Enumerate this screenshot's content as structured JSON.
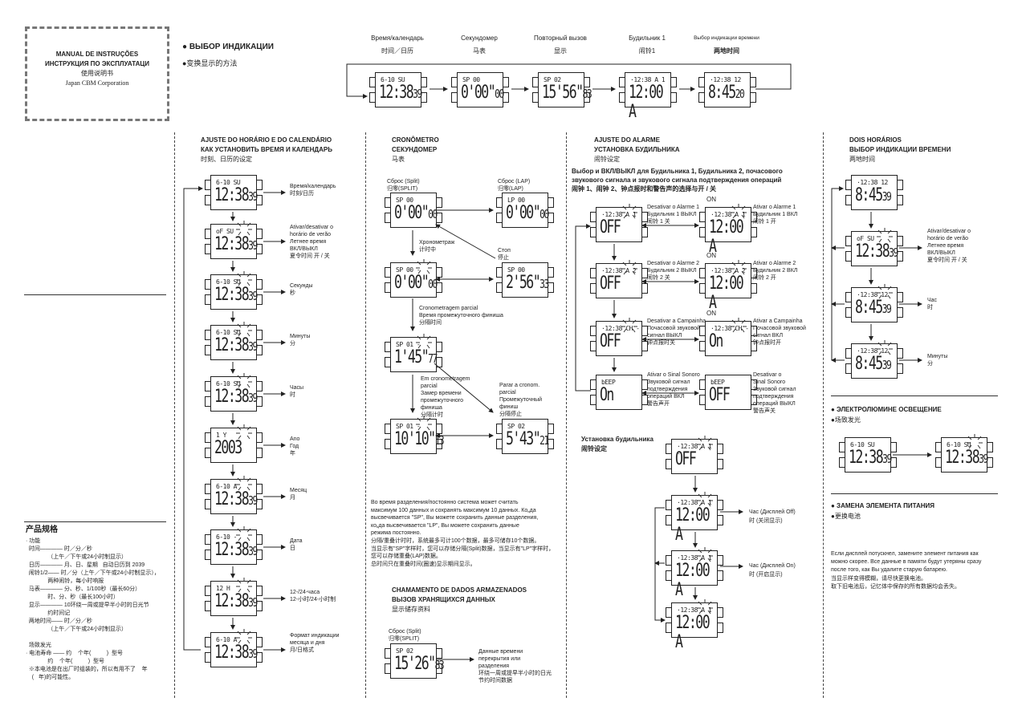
{
  "title_box": {
    "line1": "MANUAL DE INSTRUÇÕES",
    "line2": "ИНСТРУКЦИЯ ПО ЭКСПЛУАТАЦИ",
    "line3": "使用说明书",
    "line4": "Japan CBM Corporation"
  },
  "mode_select": {
    "title_ru": "● ВЫБОР ИНДИКАЦИИ",
    "title_cn": "●变换显示的方法",
    "modes": [
      {
        "ru": "Время/календарь",
        "cn": "时间／日历",
        "display": {
          "top": "6-10 SU",
          "main": "12:38",
          "sec": "39"
        }
      },
      {
        "ru": "Секундомер",
        "cn": "马表",
        "display": {
          "top": "SP 00",
          "main": "0'00\"",
          "sec": "00"
        }
      },
      {
        "ru": "Повторный вызов",
        "cn": "显示",
        "display": {
          "top": "SP 02",
          "main": "15'56\"",
          "sec": "83"
        }
      },
      {
        "ru": "Будильник 1",
        "cn": "闹铃1",
        "display": {
          "top": "·12:38 A 1 -",
          "main": "12:00 A",
          "sec": ""
        }
      },
      {
        "ru": "Выбор индикации времени",
        "cn": "两地时间",
        "display": {
          "top": "·12:38 12",
          "main": "8:45",
          "sec": "20"
        }
      }
    ]
  },
  "time_setting": {
    "title_pt": "AJUSTE DO HORÁRIO E DO CALENDÁRIO",
    "title_ru": "КАК УСТАНОВИТЬ ВРЕМЯ И КАЛЕНДАРЬ",
    "title_cn": "时刻、日历的设定",
    "steps": [
      {
        "label": [
          "Время/календарь",
          "时刻/日历"
        ],
        "display": {
          "top": "6-10 SU",
          "main": "12:38",
          "sec": "39"
        }
      },
      {
        "label": [
          "Ativar/desativar o",
          "horário de verão",
          "Летнее время",
          "ВКЛ/ВЫКЛ",
          "夏令时间 开 / 关"
        ],
        "display": {
          "top": "oF SU",
          "main": "12:38",
          "sec": "39",
          "blink": true
        }
      },
      {
        "label": [
          "Секунды",
          "秒"
        ],
        "display": {
          "top": "6-10 SU",
          "main": "12:38",
          "sec": "39",
          "blink": true
        }
      },
      {
        "label": [
          "Минуты",
          "分"
        ],
        "display": {
          "top": "6-10 SU",
          "main": "12:38",
          "sec": "39",
          "blink": true
        }
      },
      {
        "label": [
          "Часы",
          "时"
        ],
        "display": {
          "top": "6-10 SU",
          "main": "12:38",
          "sec": "39",
          "blink": true
        }
      },
      {
        "label": [
          "Ano",
          "Год",
          "年"
        ],
        "display": {
          "top": "1 Y",
          "main": "2003",
          "sec": "",
          "blink": true
        }
      },
      {
        "label": [
          "Месяц",
          "月"
        ],
        "display": {
          "top": "6-10 A",
          "main": "12:38",
          "sec": "39",
          "blink": true
        }
      },
      {
        "label": [
          "Дата",
          "日"
        ],
        "display": {
          "top": "6-10 -",
          "main": "12:38",
          "sec": "39",
          "blink": true
        }
      },
      {
        "label": [
          "12-/24-часа",
          "12-小时/24-小时制"
        ],
        "display": {
          "top": "12 H",
          "main": "12:38",
          "sec": "39",
          "blink": true
        }
      },
      {
        "label": [
          "Формат индикации",
          "месяца и дня",
          "月/日格式"
        ],
        "display": {
          "top": "6-10 A",
          "main": "12:38",
          "sec": "39",
          "blink": true
        }
      }
    ]
  },
  "stopwatch": {
    "title_pt": "CRONÔMETRO",
    "title_ru": "СЕКУНДОМЕР",
    "title_cn": "马表",
    "reset_split": [
      "Сброс (Split)",
      "归零(SPLIT)"
    ],
    "reset_lap": [
      "Сброс (LAP)",
      "归零(LAP)"
    ],
    "timing": [
      "Хронометраж",
      "计时中"
    ],
    "stop": [
      "Стоп",
      "停止"
    ],
    "split_time": [
      "Cronometragem parcial",
      "Время промежуточного финиша",
      "分隔时间"
    ],
    "in_split": [
      "Em cronometragem",
      "parcial",
      "Замер времени",
      "промежуточного",
      "финиша",
      "分隔计时"
    ],
    "stop_split": [
      "Parar a cronom.",
      "parcial",
      "Промежуточный",
      "финиш",
      "分隔停止"
    ],
    "displays": [
      {
        "top": "SP 00",
        "main": "0'00\"",
        "sec": "00"
      },
      {
        "top": "LP 00",
        "main": "0'00\"",
        "sec": "00"
      },
      {
        "top": "SP 00 -",
        "main": "0'00\"",
        "sec": "00",
        "blink": true
      },
      {
        "top": "SP 00",
        "main": "2'56\"",
        "sec": "33"
      },
      {
        "top": "SP 01 -",
        "main": "1'45\"",
        "sec": "77",
        "blink": true
      },
      {
        "top": "SP 01 -",
        "main": "10'10\"",
        "sec": "13",
        "blink": true
      },
      {
        "top": "SP 02",
        "main": "5'43\"",
        "sec": "21"
      }
    ],
    "note_ru": [
      "Во время разделения/постоянно система может считать",
      "максимум 100 данных и сохранять максимум 10 данных. Ко„да",
      "высвечивается \"SP\", Вы можете сохранить данные разделения,",
      "ко„да высвечивается \"LP\", Вы можете сохранить данные",
      "режима постоянно."
    ],
    "note_cn": [
      "分隔/重叠计时时，系统最多可计100个数据，最多可储存10个数据。",
      "当显示有\"SP\"字样时，您可以存储分隔(Split)数据，当显示有\"LP\"字样时，",
      "您可以存储重叠(LAP)数据。",
      "总时间只在重叠时间(圈速)显示期间显示。"
    ]
  },
  "recall": {
    "title_pt": "CHAMAMENTO DE DADOS ARMAZENADOS",
    "title_ru": "ВЫЗОВ ХРАНЯЩИХСЯ ДАННЫХ",
    "title_cn": "显示储存资料",
    "reset_split": [
      "Сброс (Split)",
      "归零(SPLIT)"
    ],
    "display": {
      "top": "SP 02",
      "main": "15'26\"",
      "sec": "83"
    },
    "label": [
      "Данные времени",
      "перекрытия или",
      "разделения",
      "环绕一周或提早半小时的日光",
      "节约时间数据"
    ]
  },
  "alarm": {
    "title_pt": "AJUSTE DO ALARME",
    "title_ru": "УСТАНОВКА БУДИЛЬНИКА",
    "title_cn": "闹铃设定",
    "subtitle": [
      "Выбор и ВКЛ/ВЫКЛ для Будильника 1, Будильника 2, почасового",
      "звукового сигнала и звукового сигнала подтверждения операций",
      "闹钟 1、闹钟 2、钟点报时和警告声的选择与开 / 关"
    ],
    "on_label": "ON",
    "rows": [
      {
        "off": {
          "top": "·12:38 A 1",
          "main": "OFF",
          "sec": "",
          "blink": true
        },
        "on": {
          "top": "·12:38 A 1 -",
          "main": "12:00 A",
          "sec": "",
          "blink": true
        },
        "mid": [
          "Desativar o Alarme 1",
          "Будильник 1 ВЫКЛ",
          "闹铃 1 关"
        ],
        "right": [
          "Ativar o Alarme 1",
          "Будильник 1 ВКЛ",
          "闹铃 1 开"
        ],
        "show_on": true
      },
      {
        "off": {
          "top": "·12:38 A 2",
          "main": "OFF",
          "sec": "",
          "blink": true
        },
        "on": {
          "top": "·12:38 A 2 -",
          "main": "12:00 A",
          "sec": "",
          "blink": true
        },
        "mid": [
          "Desativar o Alarme 2",
          "Будильник 2 ВЫКЛ",
          "闹铃 2 关"
        ],
        "right": [
          "Ativar o Alarme 2",
          "Будильник 2 ВКЛ",
          "闹铃 2 开"
        ],
        "show_on": true
      },
      {
        "off": {
          "top": "·12:38 CH -",
          "main": "OFF",
          "sec": "",
          "blink": true
        },
        "on": {
          "top": "·12:38 CH -",
          "main": "On",
          "sec": "",
          "blink": true
        },
        "mid": [
          "Desativar a Campainha",
          "Почасовой звуковой",
          "сигнал ВЫКЛ",
          "钟点报时关"
        ],
        "right": [
          "Ativar a Campainha",
          "Почасовой звуковой",
          "сигнал ВКЛ",
          "钟点报时开"
        ],
        "show_on": true
      },
      {
        "off": {
          "top": "bEEP",
          "main": "On",
          "sec": ""
        },
        "on": {
          "top": "bEEP",
          "main": "OFF",
          "sec": ""
        },
        "mid": [
          "Ativar o Sinal Sonoro",
          "Звуковой сигнал",
          "подтверждения",
          "операций ВКЛ",
          "警告声开"
        ],
        "right": [
          "Desativar o",
          "Sinal Sonoro",
          "Звуковой сигнал",
          "подтверждения",
          "операций ВЫКЛ",
          "警告声关"
        ],
        "show_on": false
      }
    ],
    "setting_title": [
      "Установка будильника",
      "闹铃设定"
    ],
    "setting_displays": [
      {
        "top": "·12:38 A 1 -",
        "main": "OFF",
        "sec": "",
        "blink": true
      },
      {
        "top": "·12:38 A 1 -",
        "main": "12:00 A",
        "sec": "",
        "blink": true
      },
      {
        "top": "·12:38 A 1 -",
        "main": "12:00 A",
        "sec": "",
        "blink": true
      },
      {
        "top": "·12:38 A 1 -",
        "main": "12:00 A",
        "sec": "",
        "blink": true
      }
    ],
    "hour_label": [
      "Час (Дисплей Off)",
      "时 (关闭显示)"
    ],
    "minute_label": [
      "Час (Дисплей On)",
      "时 (开启显示)"
    ]
  },
  "dual_time": {
    "title_pt": "DOIS HORÁRIOS",
    "title_ru": "ВЫБОР ИНДИКАЦИИ ВРЕМЕНИ",
    "title_cn": "两地时间",
    "steps": [
      {
        "label": [],
        "display": {
          "top": "·12:38 12",
          "main": "8:45",
          "sec": "39"
        }
      },
      {
        "label": [
          "Ativar/desativar o",
          "horário de verão",
          "Летнее время",
          "ВКЛ/ВЫКЛ",
          "夏令时间 开 / 关"
        ],
        "display": {
          "top": "oF SU",
          "main": "12:38",
          "sec": "39",
          "blink": true
        }
      },
      {
        "label": [
          "Час",
          "时"
        ],
        "display": {
          "top": "·12:38 12",
          "main": "8:45",
          "sec": "39",
          "blink": true
        }
      },
      {
        "label": [
          "Минуты",
          "分"
        ],
        "display": {
          "top": "·12:38 12",
          "main": "8:45",
          "sec": "39",
          "blink": true
        }
      }
    ]
  },
  "el_light": {
    "title_ru": "● ЭЛЕКТРОЛЮМИНЕ ОСВЕЩЕНИЕ",
    "title_cn": "●场致发光",
    "displays": [
      {
        "top": "6-10 SU",
        "main": "12:38",
        "sec": "39"
      },
      {
        "top": "6-10 SU",
        "main": "12:38",
        "sec": "39",
        "blink": true
      }
    ]
  },
  "battery": {
    "title_ru": "● ЗАМЕНА ЭЛЕМЕНТА ПИТАНИЯ",
    "title_cn": "●更换电池",
    "text_ru": [
      "Если дисплей потускнел, замените элемент питания как",
      "можно скорее. Все данные в памяти будут утеряны сразу",
      "после того, как Вы удалите старую батарею."
    ],
    "text_cn": [
      "当显示样变得模糊，请尽快更换电池。",
      "取下旧电池后，记忆体中保存的所有数据均会丢失。"
    ]
  },
  "specs": {
    "title": "产品规格",
    "lines": [
      "· 功能",
      "  时间———— 时／分／秒",
      "              （上午／下午或24小时制显示）",
      "  日历———— 月、日、星期   自动日历到 2039",
      "  闹铃1/2—— 时／分（上午／下午或24小时制显示），",
      "              两种闹铃，每小时响报",
      "  马表———— 分、秒、1/100秒（最长60分）",
      "              时、分、秒（最长100小时）",
      "  显示———— 10环绕一周或提早半小时的日光节",
      "              约时间记",
      "  两地时间—— 时／分／秒",
      "              （上午／下午或24小时制显示）",
      "",
      "  场致发光",
      "· 电池寿命 —— 约    个年(          )  型号",
      "              约    个年(          )  型号",
      "  ※本电池是在出厂时组装的，所以有用不了    年",
      "    (   年)的可能性。"
    ]
  }
}
